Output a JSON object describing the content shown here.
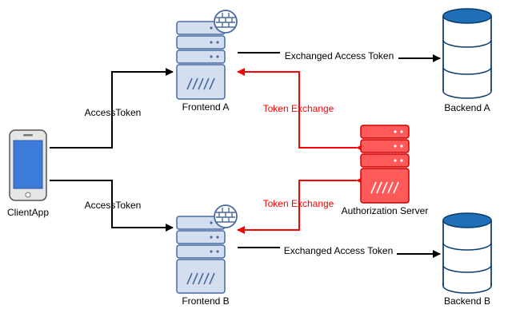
{
  "nodes": {
    "client": {
      "label": "ClientApp"
    },
    "frontend_a": {
      "label": "Frontend A"
    },
    "frontend_b": {
      "label": "Frontend B"
    },
    "auth_server": {
      "label": "Authorization Server"
    },
    "backend_a": {
      "label": "Backend A"
    },
    "backend_b": {
      "label": "Backend B"
    }
  },
  "edges": {
    "client_to_a": {
      "label": "AccessToken"
    },
    "client_to_b": {
      "label": "AccessToken"
    },
    "a_to_backend": {
      "label": "Exchanged Access Token"
    },
    "b_to_backend": {
      "label": "Exchanged Access Token"
    },
    "auth_to_a": {
      "label": "Token Exchange"
    },
    "auth_to_b": {
      "label": "Token Exchange"
    }
  },
  "colors": {
    "server_fill": "#d3deee",
    "server_stroke": "#4a6aa1",
    "auth_fill": "#ff5a5a",
    "auth_stroke": "#d40000",
    "db_fill": "#1e6fb8",
    "db_stroke": "#0d3c6e",
    "phone_screen": "#3d7bd9",
    "token_exchange": "#ff0000",
    "access_token": "#000000"
  },
  "icons": {
    "server": "server-icon",
    "firewall": "firewall-icon",
    "database": "database-icon",
    "phone": "smartphone-icon"
  }
}
